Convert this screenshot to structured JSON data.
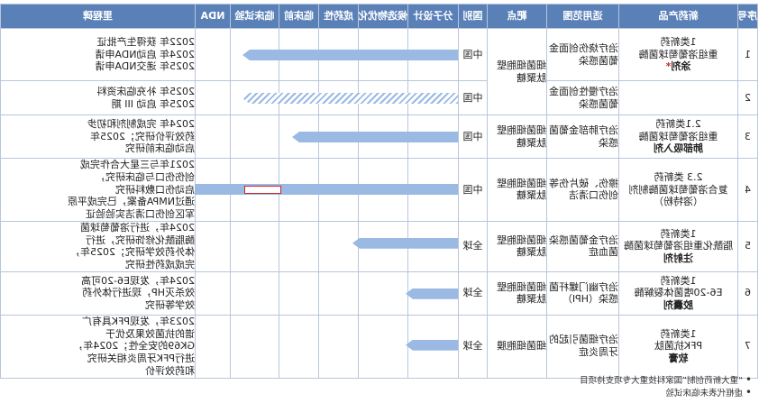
{
  "headers": {
    "no": "序号",
    "product": "新药产品",
    "indication": "适用范围",
    "target": "靶点",
    "region": "国别",
    "stages": [
      "分子设计",
      "候选物优化",
      "成药性",
      "临床前",
      "临床试验",
      "NDA"
    ],
    "milestone": "里程碑"
  },
  "rows": [
    {
      "no": "1",
      "product_lines": [
        "1类新药",
        "重组溶葡萄球菌酶"
      ],
      "product_highlight": "涂剂",
      "star": "*",
      "indication": "治疗烧伤创面金葡菌感染",
      "target": "细菌细胞壁肽聚糖",
      "region": "中国",
      "progress": 0.82,
      "hatched": false,
      "milestone_lines": [
        "2022年 获得生产批证",
        "2024年 启动NDA申请",
        "2025年 递交NDA申请"
      ]
    },
    {
      "no": "2",
      "product_lines": [],
      "product_highlight": "",
      "indication": "治疗慢性创面金葡菌感染",
      "region": "中国",
      "progress": 0.82,
      "hatched": true,
      "milestone_lines": [
        "2025年 补充临床资料",
        "2025年 启动 III 期"
      ]
    },
    {
      "no": "3",
      "product_lines": [
        "2.1类新药",
        "重组溶葡萄球菌酶"
      ],
      "product_highlight": "肺部吸入剂",
      "indication": "治疗肺部金葡菌感染",
      "target": "细菌细胞壁肽聚糖",
      "region": "中国",
      "progress": 0.63,
      "hatched": false,
      "milestone_lines": [
        "2024年 完成制剂和初步",
        "药效评价研究；2025年",
        "启动临床前研究"
      ]
    },
    {
      "no": "4",
      "product_lines": [
        "2.3 类新药",
        "复合溶葡萄球菌酶制剂",
        "（溶特粉）"
      ],
      "product_highlight": "",
      "indication": "擦伤、破片伤等 创伤口清洁",
      "target": "细菌细胞壁肽聚糖",
      "region": "中国",
      "progress": 1.0,
      "has_red_segment": true,
      "milestone_lines": [
        "2021年与三星大合作完成",
        "创伤伤口与临床研究，",
        "启动伤口敷料研究",
        "通过NMPA备案，已完成平原",
        "军区创伤口清洁实验验证"
      ]
    },
    {
      "no": "5",
      "product_lines": [
        "1类新药",
        "脂酰化重组溶葡萄球菌酶"
      ],
      "product_highlight": "注射剂",
      "indication": "治疗金葡菌感染菌血症",
      "target": "细菌细胞壁肽聚糖",
      "region": "全球",
      "progress": 0.4,
      "hatched": false,
      "milestone_lines": [
        "2024年，进行溶葡萄球菌",
        "酶脂酰化修饰研究，进行",
        "体外药效学研究；2025年，",
        "完成成药性研究"
      ]
    },
    {
      "no": "6",
      "product_lines": [
        "1类新药",
        "E6-20嗜菌体裂解酶"
      ],
      "product_highlight": "胶囊剂",
      "indication": "治疗幽门螺杆菌感染（HPI）",
      "target": "细菌细胞壁肽聚糖",
      "region": "全球",
      "progress": 0.2,
      "hatched": false,
      "milestone_lines": [
        "2024年，发现E6-20可高",
        "效杀灭HP，现进行体外药",
        "效学等研究"
      ]
    },
    {
      "no": "7",
      "product_lines": [
        "1类新药",
        "PFK抗菌肽"
      ],
      "product_highlight": "软膏",
      "indication": "治疗细菌引起的牙周炎症",
      "target": "细菌细胞膜",
      "region": "全球",
      "progress": 0.2,
      "hatched": false,
      "milestone_lines": [
        "2023年，发现PFK具有广",
        "谱的抗菌效果及优于",
        "GK69的安全性；2024年，",
        "进行PFK牙周炎相关研究",
        "和药效评价"
      ]
    }
  ],
  "footnotes": [
    "“重大新药创制”国家科技重大专项支持项目",
    "虚框代表未临床试验"
  ]
}
